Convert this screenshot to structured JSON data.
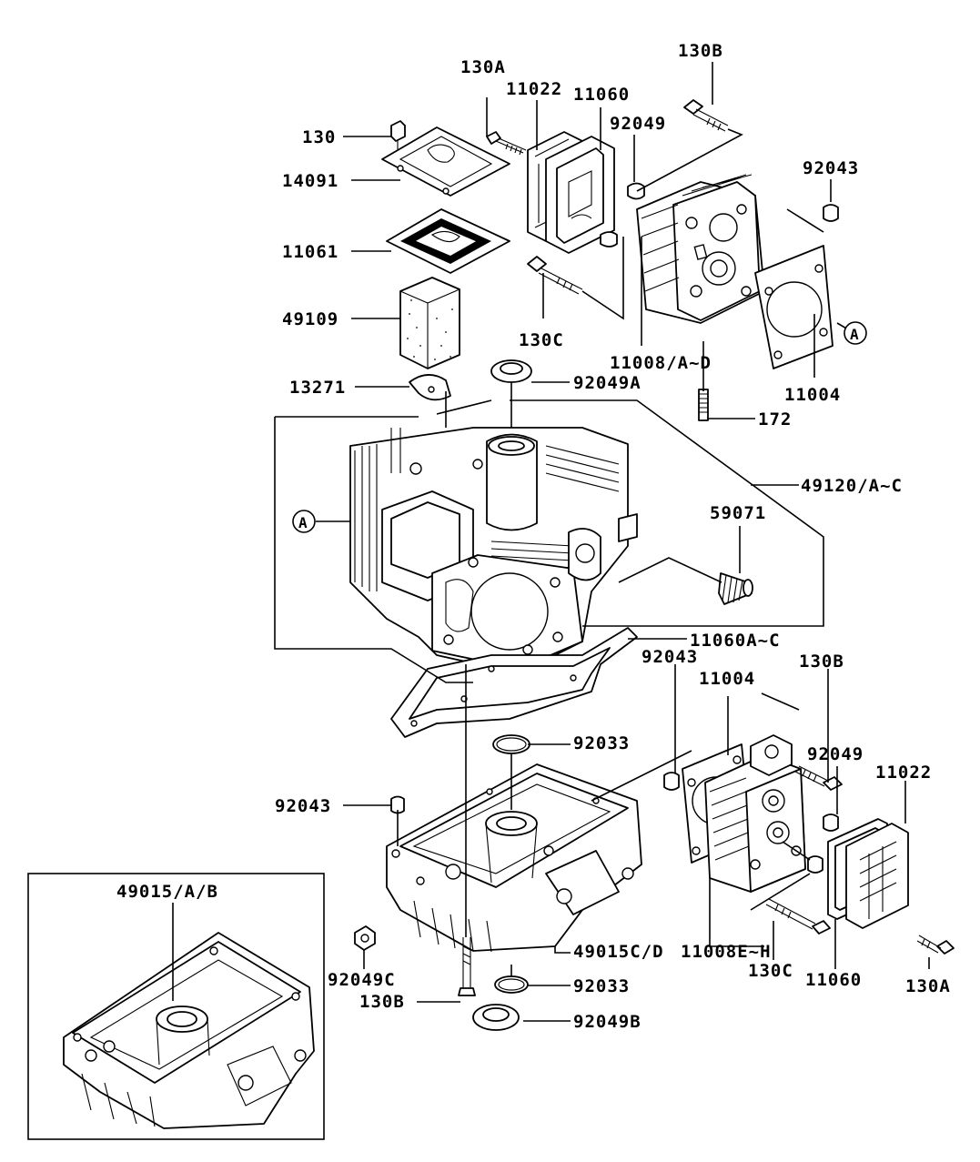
{
  "labels": {
    "l_130A_top": "130A",
    "l_130B_top": "130B",
    "l_11022_top": "11022",
    "l_11060_top": "11060",
    "l_130": "130",
    "l_92049_top": "92049",
    "l_14091": "14091",
    "l_92043_top": "92043",
    "l_11061": "11061",
    "l_49109": "49109",
    "l_130C_top": "130C",
    "l_11008_AD": "11008/A~D",
    "l_11004_top": "11004",
    "l_92049A": "92049A",
    "l_13271": "13271",
    "l_172": "172",
    "l_49120": "49120/A~C",
    "l_59071": "59071",
    "l_11060AC": "11060A~C",
    "l_92043_mid": "92043",
    "l_130B_mid": "130B",
    "l_11004_mid": "11004",
    "l_92033_top": "92033",
    "l_92049_mid": "92049",
    "l_11022_bot": "11022",
    "l_92043_left": "92043",
    "l_49015AB": "49015/A/B",
    "l_11008_EH": "11008E~H",
    "l_49015CD": "49015C/D",
    "l_130C_bot": "130C",
    "l_11060_bot": "11060",
    "l_130A_bot": "130A",
    "l_92049C": "92049C",
    "l_92033_bot": "92033",
    "l_130B_bot": "130B",
    "l_92049B": "92049B",
    "ref_A_right": "A",
    "ref_A_left": "A"
  }
}
